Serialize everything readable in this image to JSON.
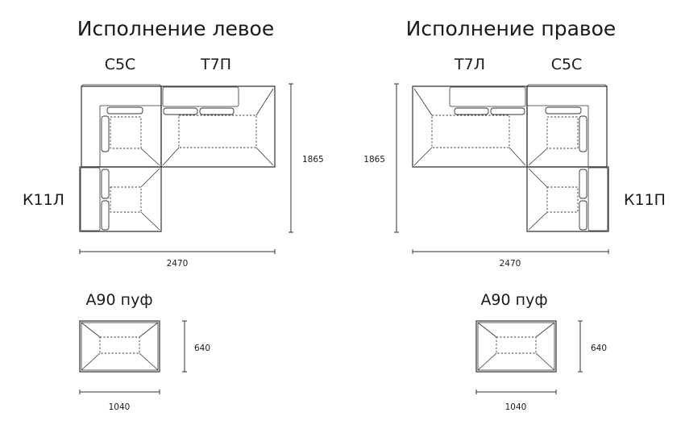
{
  "left": {
    "title": "Исполнение левое",
    "module_corner": "С5С",
    "module_straight": "Т7П",
    "module_side": "К11Л",
    "width": "2470",
    "depth": "1865"
  },
  "right": {
    "title": "Исполнение правое",
    "module_straight": "Т7Л",
    "module_corner": "С5С",
    "module_side": "К11П",
    "width": "2470",
    "depth": "1865"
  },
  "pouf_left": {
    "label": "А90 пуф",
    "width": "1040",
    "depth": "640"
  },
  "pouf_right": {
    "label": "А90 пуф",
    "width": "1040",
    "depth": "640"
  }
}
